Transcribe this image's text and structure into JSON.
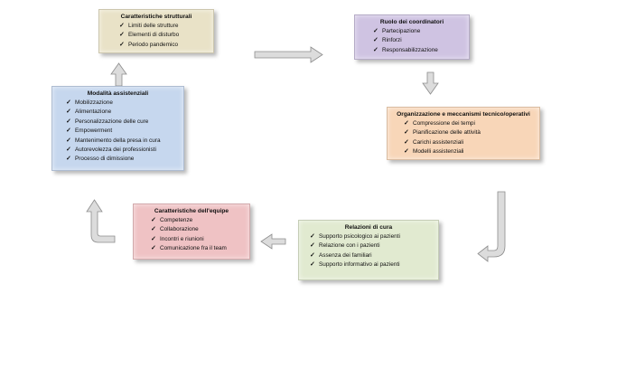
{
  "diagram": {
    "boxes": [
      {
        "key": "strutturali",
        "title": "Caratteristiche strutturali",
        "color": "#e9e2c7",
        "items": [
          "Limiti delle strutture",
          "Elementi di disturbo",
          "Periodo pandemico"
        ]
      },
      {
        "key": "coordinatori",
        "title": "Ruolo dei coordinatori",
        "color": "#cfc3e2",
        "items": [
          "Partecipazione",
          "Rinforzi",
          "Responsabilizzazione"
        ]
      },
      {
        "key": "organizzazione",
        "title": "Organizzazione e meccanismi tecnico/operativi",
        "color": "#f8d6b8",
        "items": [
          "Compressione dei tempi",
          "Pianificazione delle attività",
          "Carichi assistenziali",
          "Modelli assistenziali"
        ]
      },
      {
        "key": "relazioni",
        "title": "Relazioni di cura",
        "color": "#e1ead0",
        "items": [
          "Supporto  psicologico ai pazienti",
          "Relazione con i pazienti",
          "Assenza dei familiari",
          "Supporto  informativo ai pazienti"
        ]
      },
      {
        "key": "equipe",
        "title": "Caratteristiche dell'equipe",
        "color": "#efc2c4",
        "items": [
          "Competenze",
          "Collaborazione",
          "Incontri e riunioni",
          "Comunicazione fra il team"
        ]
      },
      {
        "key": "modalita",
        "title": "Modalità assistenziali",
        "color": "#c6d7ee",
        "items": [
          "Mobilizzazione",
          "Alimentazione",
          "Personalizzazione  delle cure",
          "Empowerment",
          "Mantenimento  della presa in cura",
          "Autorevolezza  dei professionisti",
          "Processo di dimissione"
        ]
      }
    ],
    "arrow_color": "#d9d9d9",
    "arrow_stroke": "#8c8c8c",
    "check_icon": "✓"
  }
}
